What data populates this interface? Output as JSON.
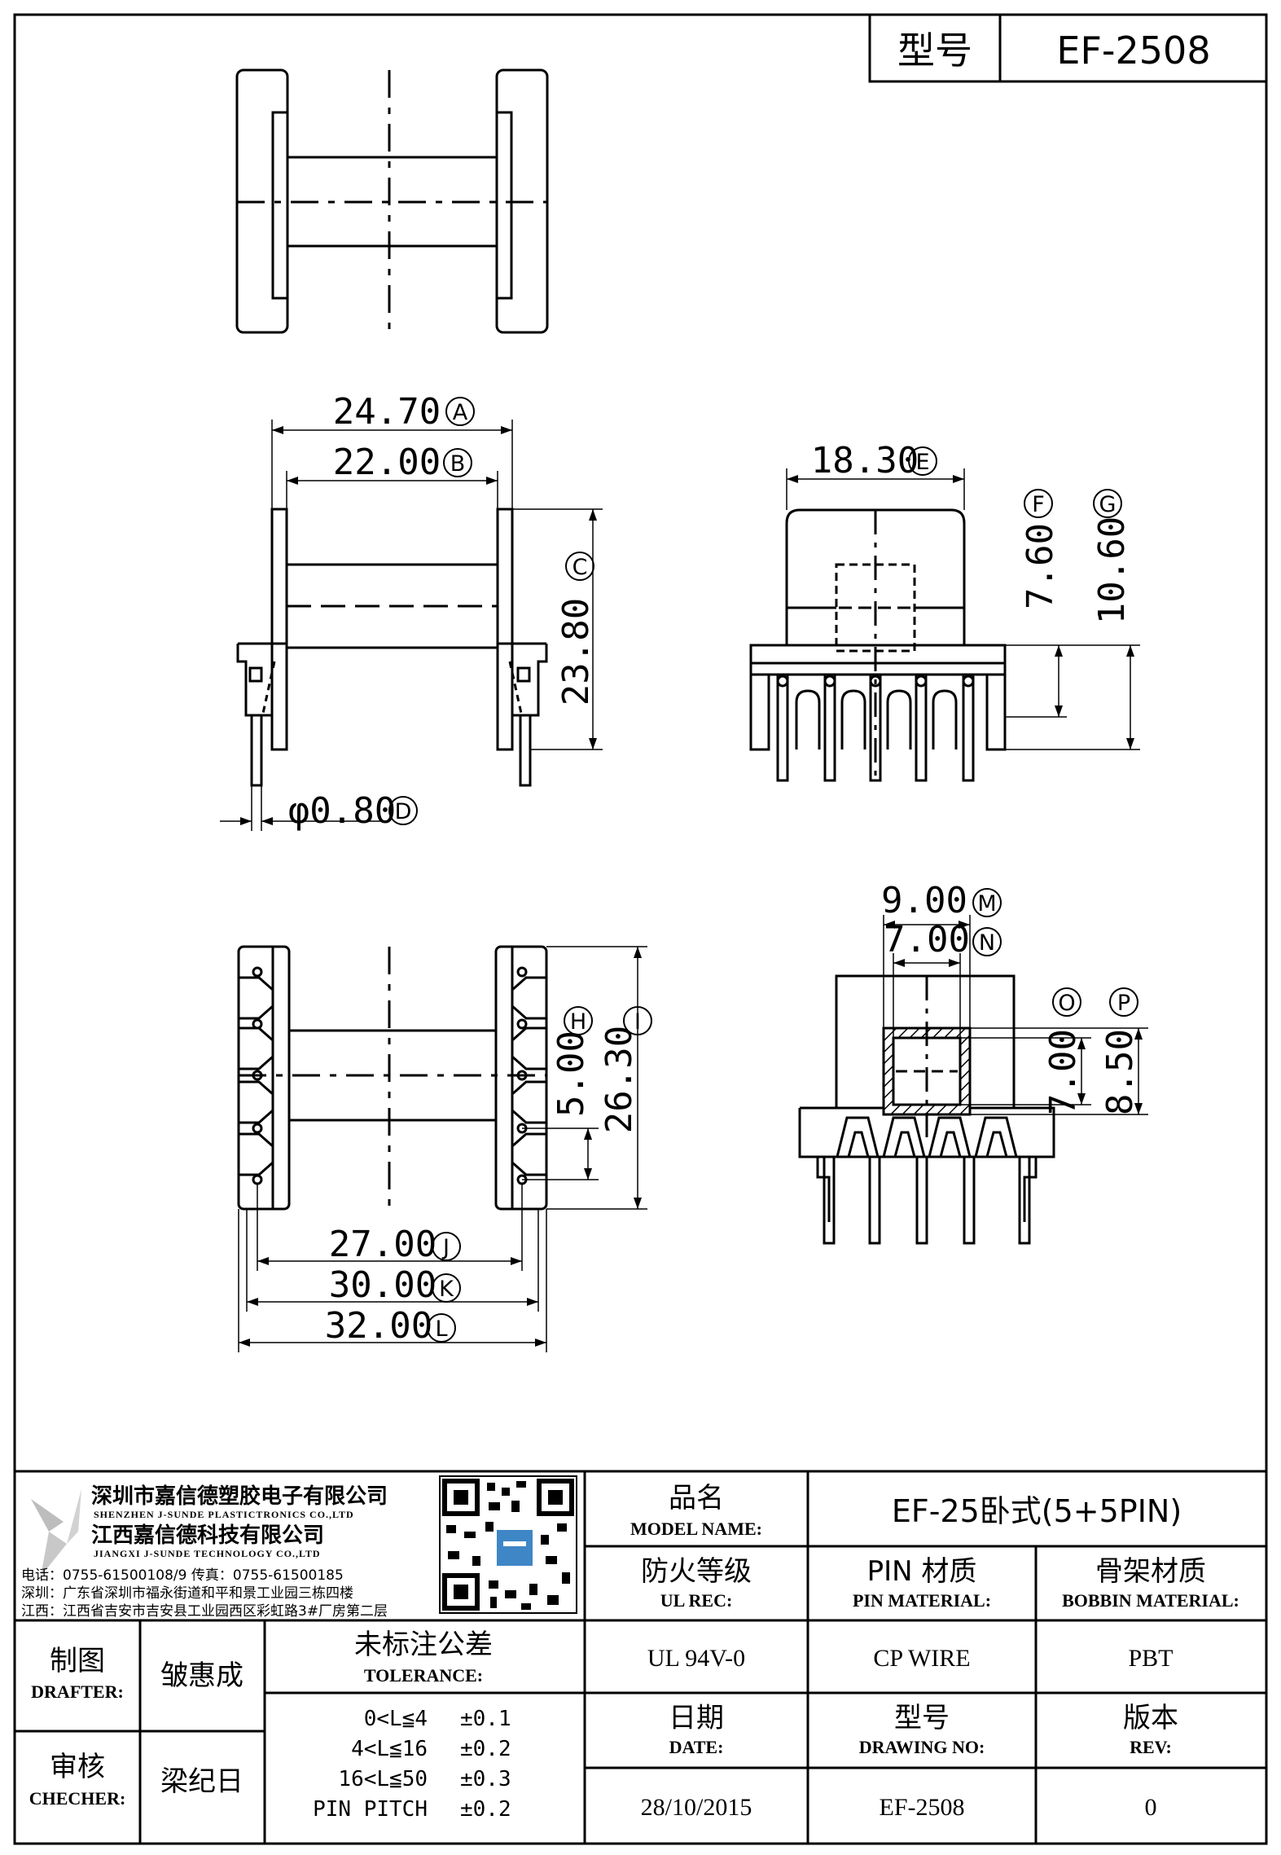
{
  "header": {
    "model_label": "型号",
    "model_value": "EF-2508"
  },
  "dimensions": {
    "A": {
      "value": "24.70",
      "tag": "A"
    },
    "B": {
      "value": "22.00",
      "tag": "B"
    },
    "C": {
      "value": "23.80",
      "tag": "C"
    },
    "D": {
      "value": "φ0.80",
      "tag": "D"
    },
    "E": {
      "value": "18.30",
      "tag": "E"
    },
    "F": {
      "value": "7.60",
      "tag": "F"
    },
    "G": {
      "value": "10.60",
      "tag": "G"
    },
    "H": {
      "value": "5.00",
      "tag": "H"
    },
    "I": {
      "value": "26.30",
      "tag": "I"
    },
    "J": {
      "value": "27.00",
      "tag": "J"
    },
    "K": {
      "value": "30.00",
      "tag": "K"
    },
    "L": {
      "value": "32.00",
      "tag": "L"
    },
    "M": {
      "value": "9.00",
      "tag": "M"
    },
    "N": {
      "value": "7.00",
      "tag": "N"
    },
    "O": {
      "value": "7.00",
      "tag": "O"
    },
    "P": {
      "value": "8.50",
      "tag": "P"
    }
  },
  "company": {
    "name1": "深圳市嘉信德塑胶电子有限公司",
    "name1_en": "SHENZHEN J-SUNDE PLASTICTRONICS CO.,LTD",
    "name2": "江西嘉信德科技有限公司",
    "name2_en": "JIANGXI J-SUNDE TECHNOLOGY CO.,LTD",
    "phone_line": "电话：0755-61500108/9      传真：0755-61500185",
    "addr1": "深圳：广东省深圳市福永街道和平和景工业园三栋四楼",
    "addr2": "江西：江西省吉安市吉安县工业园西区彩虹路3#厂房第二层"
  },
  "title_block": {
    "model_name_cn": "品名",
    "model_name_en": "MODEL NAME:",
    "model_name_value": "EF-25卧式(5+5PIN)",
    "ul_cn": "防火等级",
    "ul_en": "UL REC:",
    "ul_value": "UL 94V-0",
    "pin_cn": "PIN 材质",
    "pin_en": "PIN MATERIAL:",
    "pin_value": "CP WIRE",
    "bobbin_cn": "骨架材质",
    "bobbin_en": "BOBBIN MATERIAL:",
    "bobbin_value": "PBT",
    "date_cn": "日期",
    "date_en": "DATE:",
    "date_value": "28/10/2015",
    "drawing_cn": "型号",
    "drawing_en": "DRAWING NO:",
    "drawing_value": "EF-2508",
    "rev_cn": "版本",
    "rev_en": "REV:",
    "rev_value": "0",
    "drafter_cn": "制图",
    "drafter_en": "DRAFTER:",
    "drafter_value": "皱惠成",
    "checker_cn": "审核",
    "checker_en": "CHECHER:",
    "checker_value": "梁纪日",
    "tolerance_cn": "未标注公差",
    "tolerance_en": "TOLERANCE:",
    "tolerances": [
      {
        "range": "0<L≦4",
        "value": "±0.1"
      },
      {
        "range": "4<L≦16",
        "value": "±0.2"
      },
      {
        "range": "16<L≦50",
        "value": "±0.3"
      },
      {
        "range": "PIN PITCH",
        "value": "±0.2"
      }
    ]
  }
}
